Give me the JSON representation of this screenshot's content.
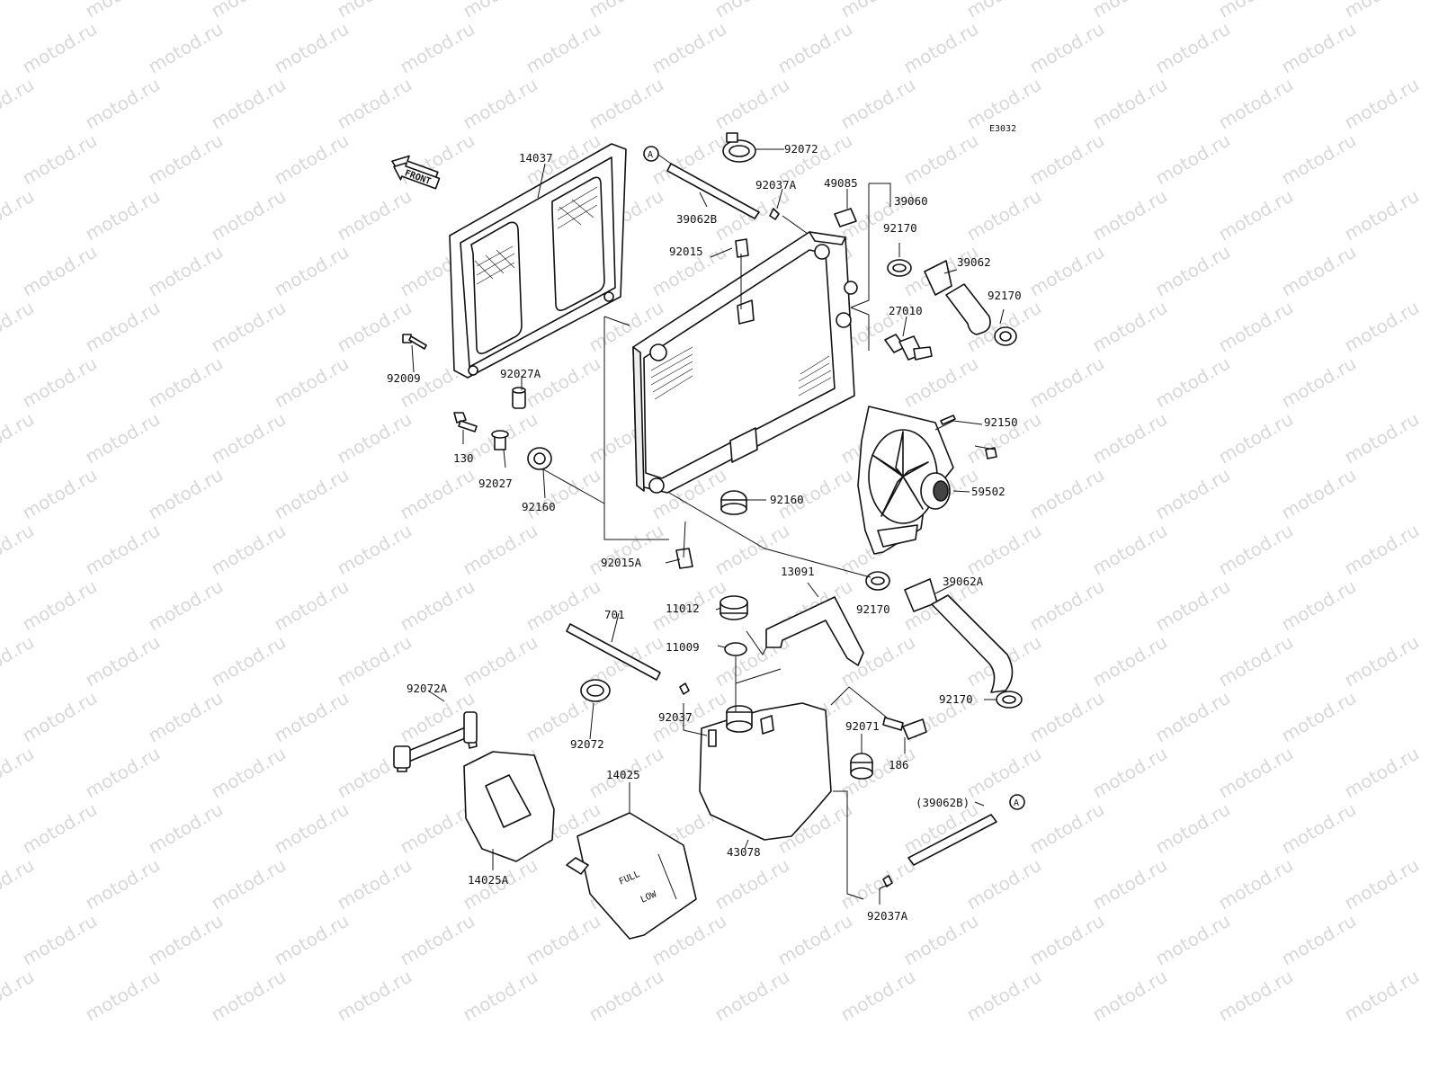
{
  "diagram": {
    "code": "E3032",
    "front_label": "FRONT",
    "watermark": "motod.ru",
    "ref_marker": "A",
    "gauge_full": "FULL",
    "gauge_low": "LOW",
    "parts": {
      "p14037": "14037",
      "p92072_top": "92072",
      "p39062B": "39062B",
      "p92037A_top": "92037A",
      "p49085": "49085",
      "p39060": "39060",
      "p92015": "92015",
      "p92170_a": "92170",
      "p39062": "39062",
      "p92170_b": "92170",
      "p27010": "27010",
      "p92009": "92009",
      "p92027A": "92027A",
      "p92150": "92150",
      "p130": "130",
      "p92027": "92027",
      "p92160_l": "92160",
      "p59502": "59502",
      "p92160_r": "92160",
      "p92015A": "92015A",
      "p13091": "13091",
      "p39062A": "39062A",
      "p11012": "11012",
      "p92170_c": "92170",
      "p701": "701",
      "p11009": "11009",
      "p92072A": "92072A",
      "p92170_d": "92170",
      "p92037": "92037",
      "p92071": "92071",
      "p92072_bot": "92072",
      "p186": "186",
      "p14025": "14025",
      "p39062B_paren": "(39062B)",
      "p43078": "43078",
      "p14025A": "14025A",
      "p92037A_bot": "92037A"
    }
  }
}
